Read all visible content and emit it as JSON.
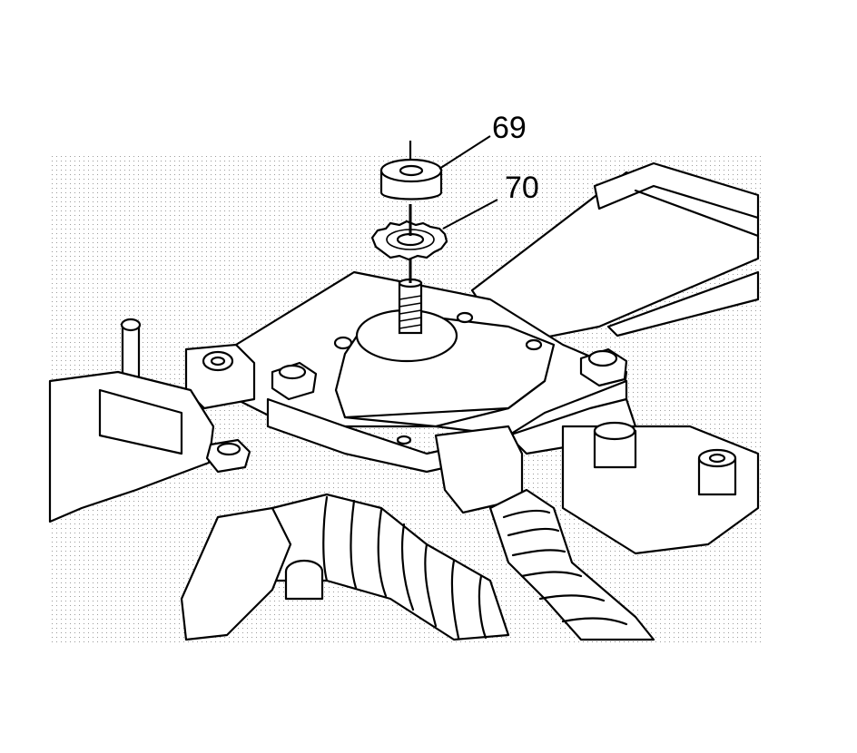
{
  "diagram": {
    "callouts": [
      {
        "id": "69",
        "label": "69"
      },
      {
        "id": "70",
        "label": "70"
      }
    ],
    "colors": {
      "ink": "#000000",
      "background": "#ffffff",
      "stipple": "#9a9a9a"
    }
  }
}
